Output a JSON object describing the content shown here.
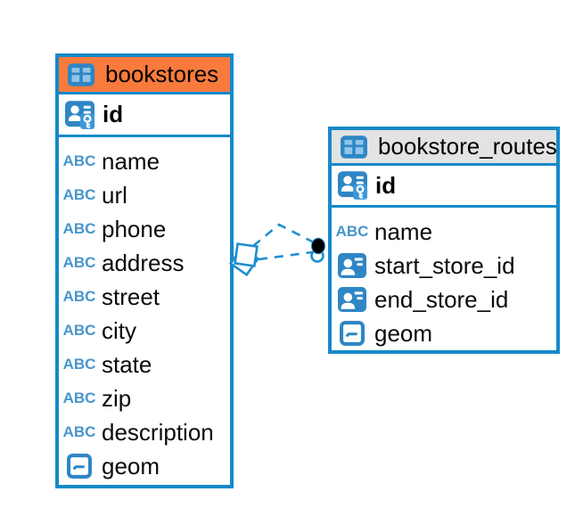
{
  "diagram_type": "entity-relationship",
  "colors": {
    "table_border": "#1589C9",
    "bookstores_header_fill": "#F87B3D",
    "bookstore_routes_header_fill": "#E3E3E3",
    "type_icon_blue": "#2F86C5",
    "relationship_line": "#1E8FCE",
    "relationship_endpoint_dot": "#000000",
    "background": "#FFFFFF"
  },
  "icons": {
    "text_type_label": "ABC"
  },
  "tables": [
    {
      "title": "bookstores",
      "pk": "id",
      "columns": [
        "name",
        "url",
        "phone",
        "address",
        "street",
        "city",
        "state",
        "zip",
        "description",
        "geom"
      ]
    },
    {
      "title": "bookstore_routes",
      "pk": "id",
      "columns": [
        "name",
        "start_store_id",
        "end_store_id",
        "geom"
      ]
    }
  ]
}
